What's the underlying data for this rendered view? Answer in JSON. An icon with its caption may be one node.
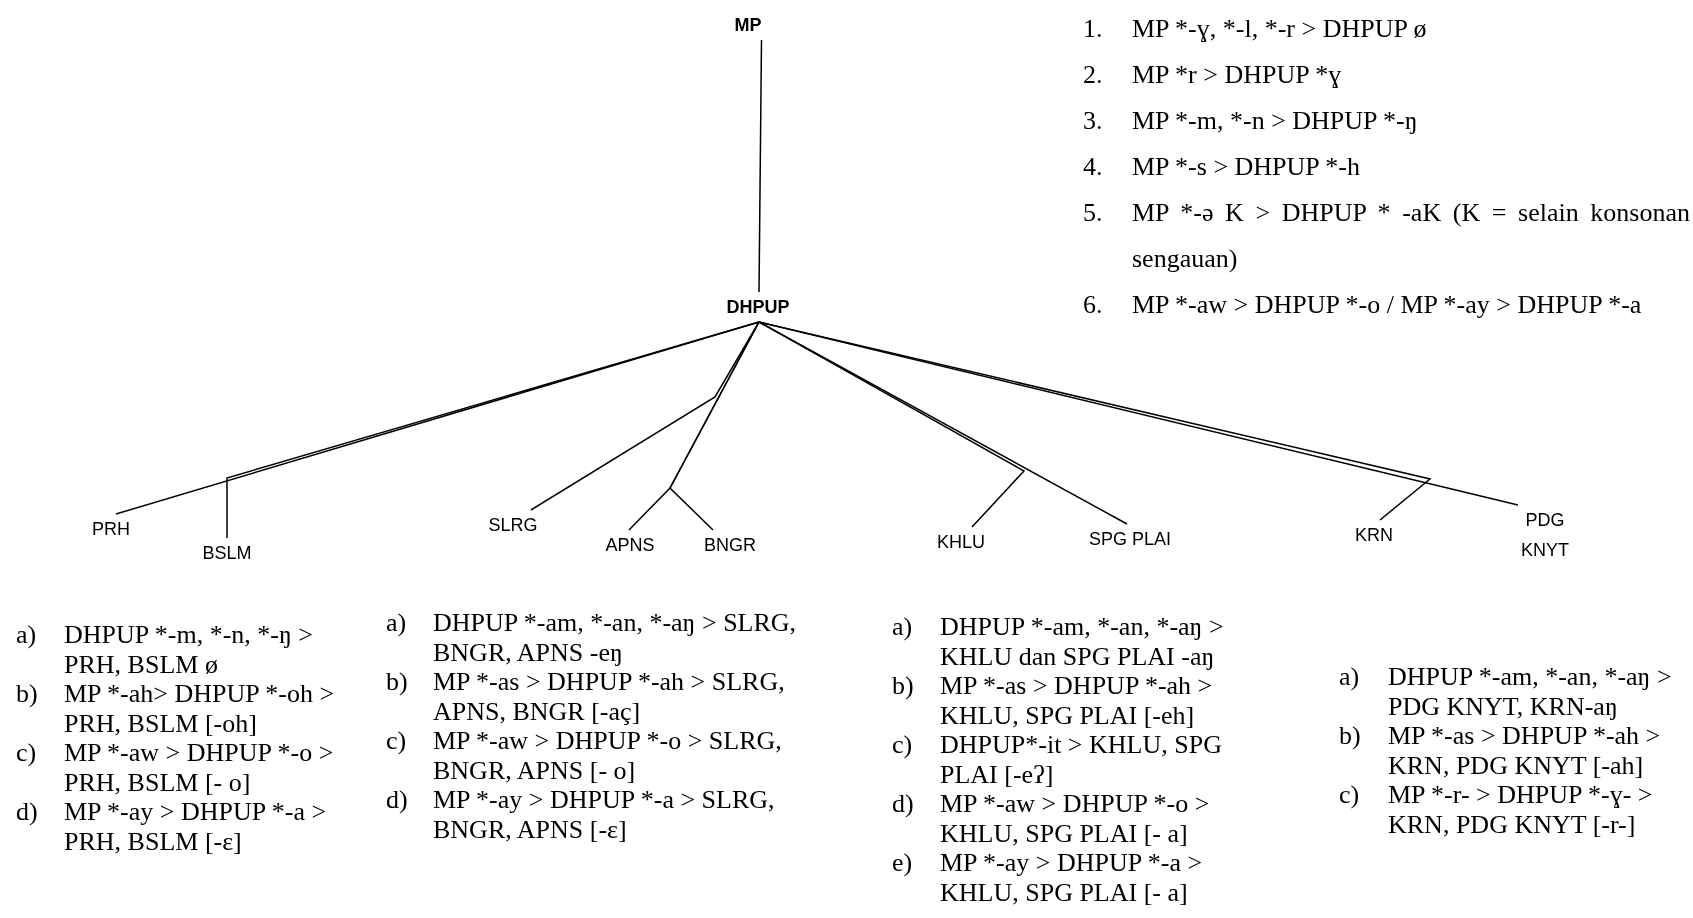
{
  "diagram": {
    "nodes": [
      {
        "text": [
          "MP"
        ]
      },
      {
        "text": [
          "DHPUP"
        ]
      },
      {
        "text": [
          "PRH"
        ]
      },
      {
        "text": [
          "BSLM"
        ]
      },
      {
        "text": [
          "SLRG"
        ]
      },
      {
        "text": [
          "APNS"
        ]
      },
      {
        "text": [
          "BNGR"
        ]
      },
      {
        "text": [
          "KHLU"
        ]
      },
      {
        "text": [
          "SPG PLAI"
        ]
      },
      {
        "text": [
          "KRN"
        ]
      },
      {
        "text": [
          "PDG KNYT"
        ]
      }
    ],
    "edges": [
      {
        "from": 0,
        "to": 1,
        "arrow": "none"
      },
      {
        "from": 1,
        "to": 2,
        "arrow": "none"
      },
      {
        "from": 1,
        "to": 3,
        "arrow": "none"
      },
      {
        "from": 1,
        "to": 4,
        "arrow": "none"
      },
      {
        "from": 1,
        "to": 5,
        "arrow": "none"
      },
      {
        "from": 1,
        "to": 6,
        "arrow": "none"
      },
      {
        "from": 1,
        "to": 7,
        "arrow": "none"
      },
      {
        "from": 1,
        "to": 8,
        "arrow": "none"
      },
      {
        "from": 1,
        "to": 9,
        "arrow": "none"
      },
      {
        "from": 1,
        "to": 10,
        "arrow": "none"
      }
    ],
    "labels": [
      "1. MP *-ɣ, *-l, *-r > DHPUP ø",
      "2. MP *r > DHPUP *ɣ",
      "3. MP *-m, *-n > DHPUP *-ŋ",
      "4. MP *-s > DHPUP *-h",
      "5. MP *-ə K > DHPUP * -aK (K = selain konsonan sengauan)",
      "6. MP *-aw > DHPUP *-o / MP *-ay > DHPUP *-a",
      "a) DHPUP *-m, *-n, *-ŋ > PRH, BSLM ø",
      "b) MP *-ah> DHPUP *-oh > PRH, BSLM [-oh]",
      "c) MP *-aw > DHPUP *-o > PRH, BSLM [- o]",
      "d) MP *-ay > DHPUP *-a > PRH, BSLM [-ɛ]",
      "a) DHPUP *-am, *-an, *-aŋ > SLRG, BNGR, APNS -eŋ",
      "b) MP *-as > DHPUP *-ah > SLRG, APNS, BNGR [-aç]",
      "c) MP *-aw > DHPUP *-o > SLRG, BNGR, APNS [- o]",
      "d) MP *-ay > DHPUP *-a > SLRG, BNGR, APNS [-ɛ]",
      "a) DHPUP *-am, *-an, *-aŋ > KHLU dan SPG PLAI -aŋ",
      "b) MP *-as > DHPUP *-ah > KHLU, SPG PLAI [-eh]",
      "c) DHPUP*-it > KHLU, SPG PLAI [-eʔ]",
      "d) MP *-aw > DHPUP *-o > KHLU, SPG PLAI [- a]",
      "e) MP *-ay > DHPUP *-a > KHLU, SPG PLAI [- a]",
      "a) DHPUP *-am, *-an, *-aŋ > PDG KNYT, KRN-aŋ",
      "b) MP *-as > DHPUP *-ah > KRN, PDG KNYT [-ah]",
      "c) MP *-r- > DHPUP *-ɣ- > KRN, PDG KNYT [-r-]"
    ]
  }
}
